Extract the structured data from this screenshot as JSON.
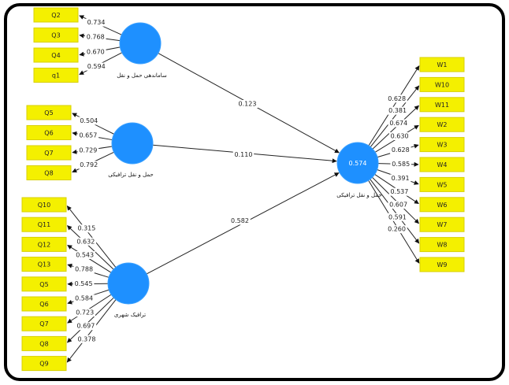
{
  "colors": {
    "latent_fill": "#1e90ff",
    "indicator_fill": "#f4f000",
    "frame": "#000000",
    "edge": "#222222"
  },
  "latent_variables": [
    {
      "id": "lv1",
      "label": "ساماندهی حمل و نقل",
      "value": "",
      "role": "exogenous"
    },
    {
      "id": "lv2",
      "label": "حمل و نقل ترافیکی",
      "value": "",
      "role": "exogenous"
    },
    {
      "id": "lv3",
      "label": "ترافیک شهری",
      "value": "",
      "role": "exogenous"
    },
    {
      "id": "lv4",
      "label": "حمل و نقل ترافیکی",
      "value": "0.574",
      "role": "endogenous"
    }
  ],
  "paths": [
    {
      "from": "lv1",
      "to": "lv4",
      "coefficient": "0.123"
    },
    {
      "from": "lv2",
      "to": "lv4",
      "coefficient": "0.110"
    },
    {
      "from": "lv3",
      "to": "lv4",
      "coefficient": "0.582"
    }
  ],
  "indicator_groups": [
    {
      "latent": "lv1",
      "side": "left",
      "indicators": [
        {
          "name": "Q2",
          "loading": "0.734"
        },
        {
          "name": "Q3",
          "loading": "0.768"
        },
        {
          "name": "Q4",
          "loading": "0.670"
        },
        {
          "name": "q1",
          "loading": "0.594"
        }
      ]
    },
    {
      "latent": "lv2",
      "side": "left",
      "indicators": [
        {
          "name": "Q5",
          "loading": "0.504"
        },
        {
          "name": "Q6",
          "loading": "0.657"
        },
        {
          "name": "Q7",
          "loading": "0.729"
        },
        {
          "name": "Q8",
          "loading": "0.792"
        }
      ]
    },
    {
      "latent": "lv3",
      "side": "left",
      "indicators": [
        {
          "name": "Q10",
          "loading": "0.315"
        },
        {
          "name": "Q11",
          "loading": "0.632"
        },
        {
          "name": "Q12",
          "loading": "0.543"
        },
        {
          "name": "Q13",
          "loading": "0.788"
        },
        {
          "name": "Q5",
          "loading": "0.545"
        },
        {
          "name": "Q6",
          "loading": "0.584"
        },
        {
          "name": "Q7",
          "loading": "0.723"
        },
        {
          "name": "Q8",
          "loading": "0.697"
        },
        {
          "name": "Q9",
          "loading": "0.378"
        }
      ]
    },
    {
      "latent": "lv4",
      "side": "right",
      "indicators": [
        {
          "name": "W1",
          "loading": "0.628"
        },
        {
          "name": "W10",
          "loading": "0.381"
        },
        {
          "name": "W11",
          "loading": "0.674"
        },
        {
          "name": "W2",
          "loading": "0.630"
        },
        {
          "name": "W3",
          "loading": "0.628"
        },
        {
          "name": "W4",
          "loading": "0.585"
        },
        {
          "name": "W5",
          "loading": "0.391"
        },
        {
          "name": "W6",
          "loading": "0.537"
        },
        {
          "name": "W7",
          "loading": "0.607"
        },
        {
          "name": "W8",
          "loading": "0.591"
        },
        {
          "name": "W9",
          "loading": "0.260"
        }
      ]
    }
  ]
}
